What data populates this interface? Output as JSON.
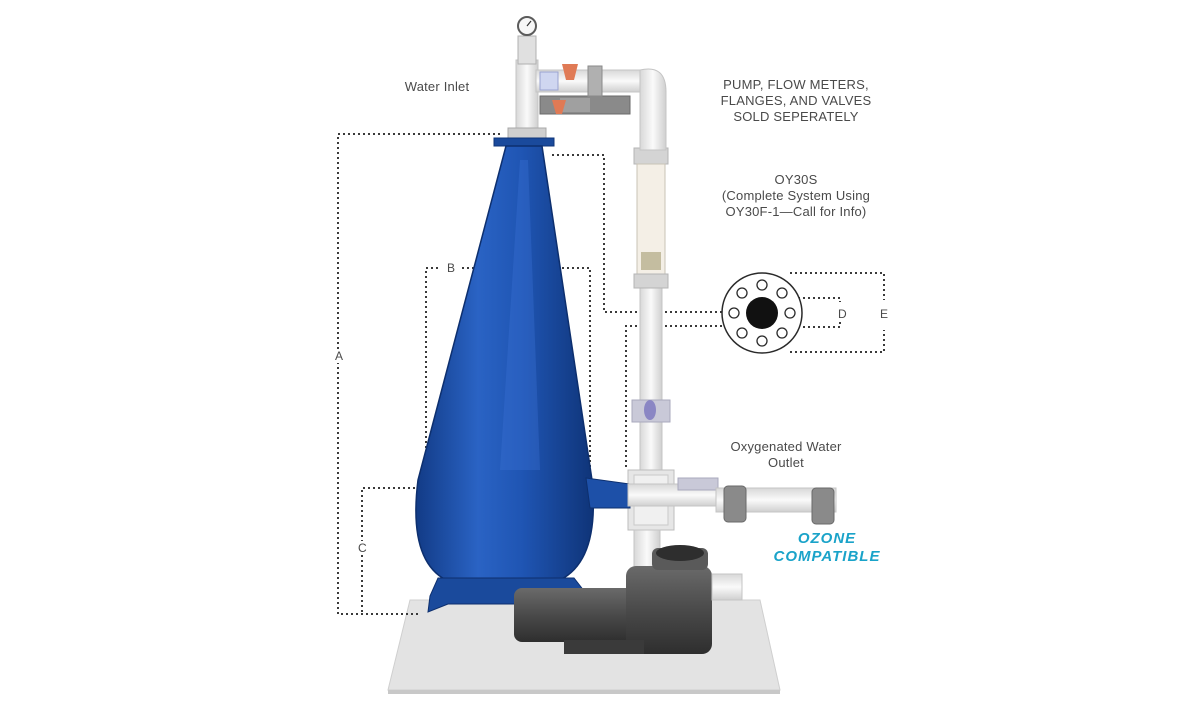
{
  "labels": {
    "water_inlet": "Water Inlet",
    "sold_separately": [
      "PUMP, FLOW METERS,",
      "FLANGES, AND VALVES",
      "SOLD SEPERATELY"
    ],
    "system_info": [
      "OY30S",
      "(Complete System Using",
      "OY30F-1—Call for Info)"
    ],
    "outlet": [
      "Oxygenated Water",
      "Outlet"
    ]
  },
  "badge": {
    "lines": [
      "OZONE",
      "COMPATIBLE"
    ],
    "color": "#1aa3c9"
  },
  "dimensions": {
    "a": "A",
    "b": "B",
    "c": "C",
    "d": "D",
    "e": "E"
  },
  "colors": {
    "cone": "#1c4fa6",
    "pipe": "#eeeeee",
    "pump": "#4b4b4b",
    "base": "#dcdcdc",
    "dotted": "#3a3a3a"
  }
}
